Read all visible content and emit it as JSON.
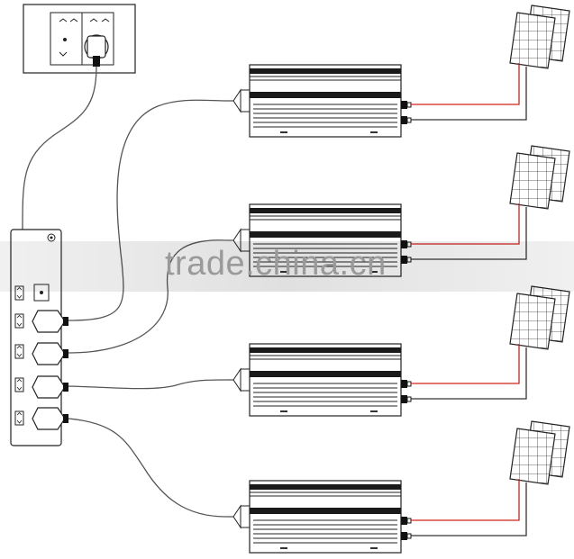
{
  "watermark": {
    "text": "trade.china.cn"
  },
  "colors": {
    "dc_positive": "#d2201a",
    "dc_negative": "#333333",
    "ac_cable": "#555555"
  },
  "inverters": [
    {
      "id": 1,
      "panel_count": 2
    },
    {
      "id": 2,
      "panel_count": 2
    },
    {
      "id": 3,
      "panel_count": 2
    },
    {
      "id": 4,
      "panel_count": 2
    }
  ]
}
